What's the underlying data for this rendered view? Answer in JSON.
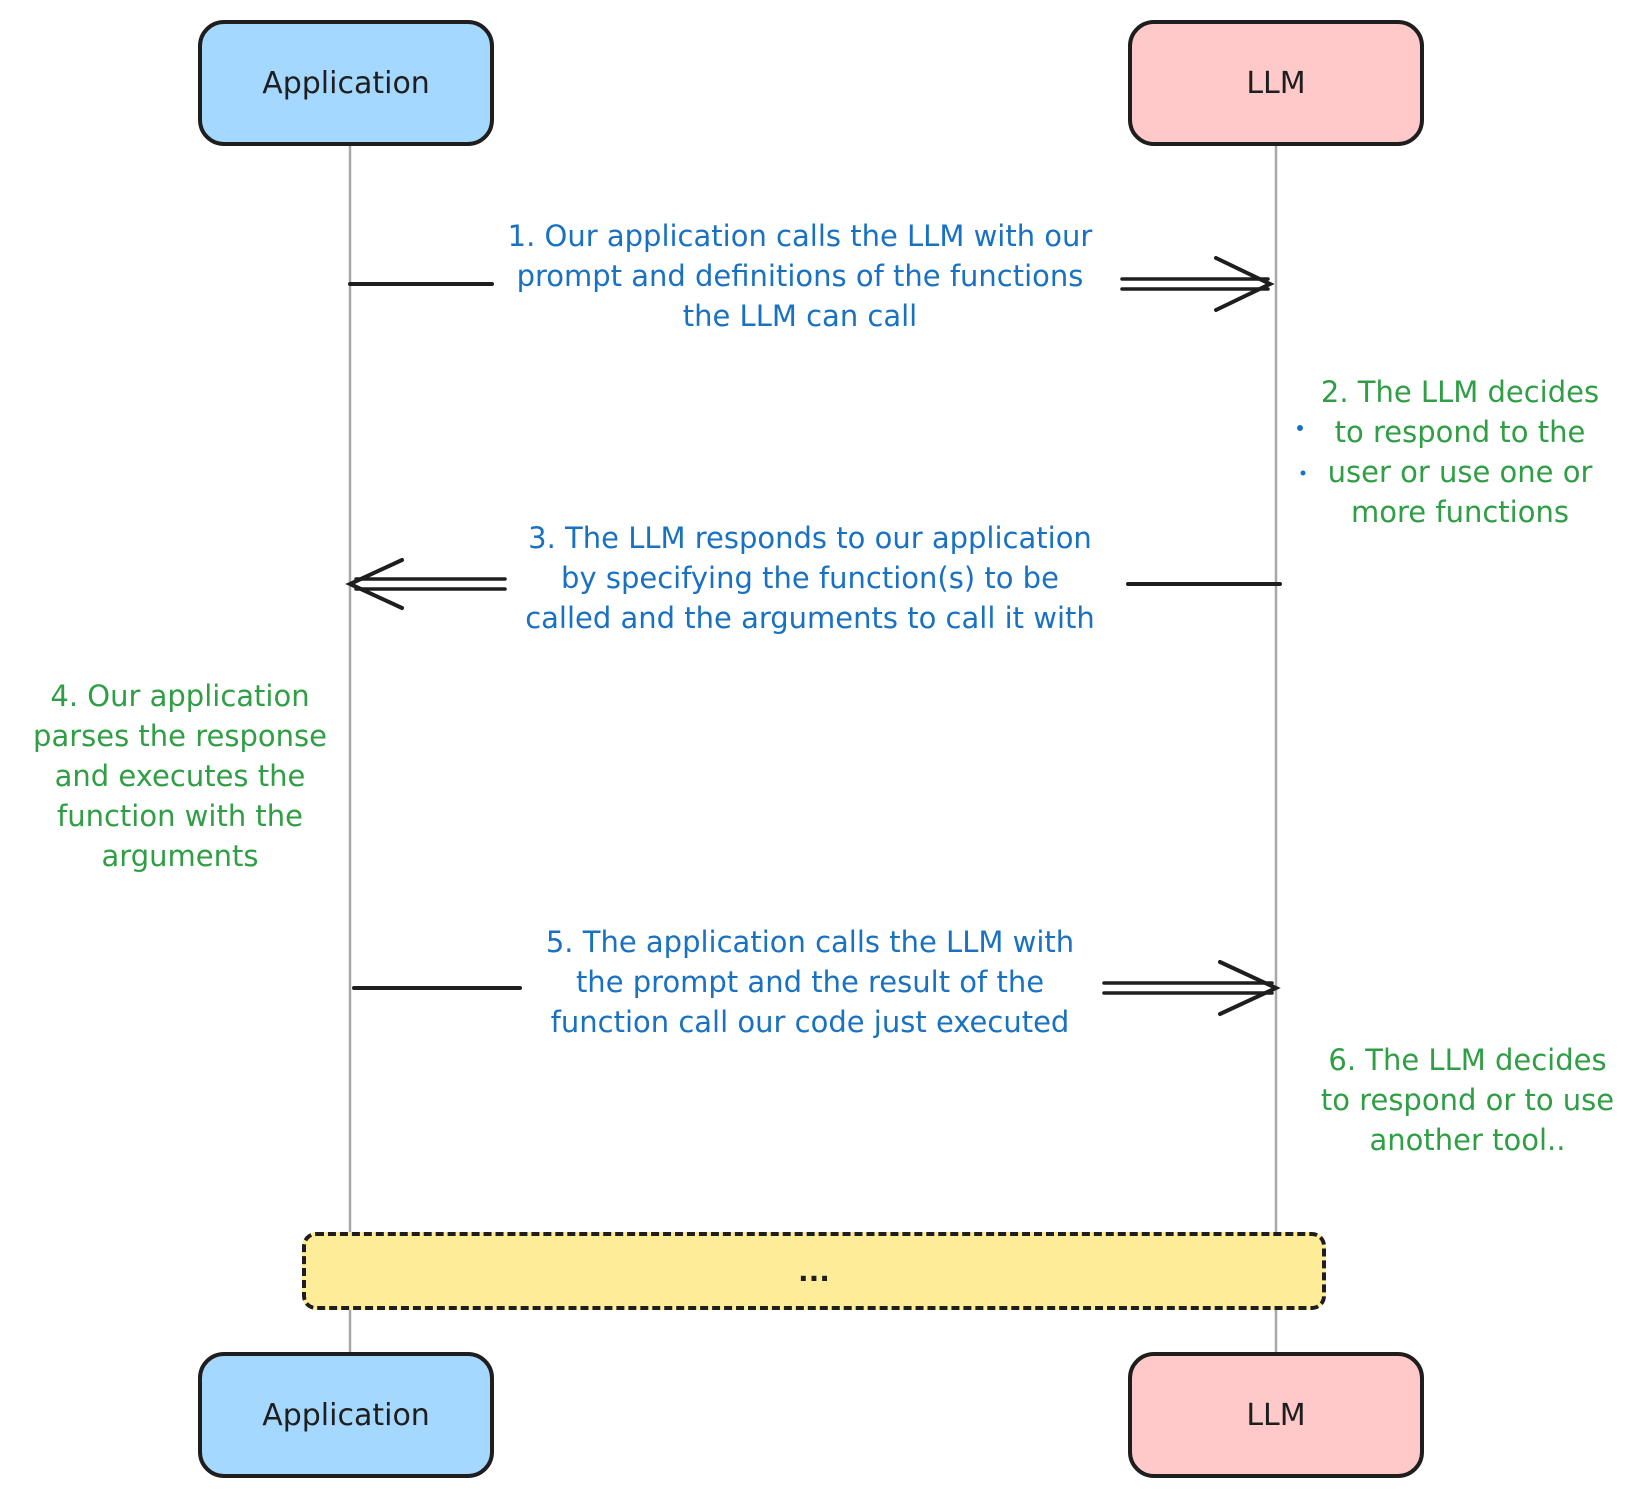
{
  "actors": {
    "application": "Application",
    "llm": "LLM"
  },
  "messages": {
    "step1": [
      "1. Our application calls the LLM with our",
      "prompt and definitions of the functions",
      "the LLM can call"
    ],
    "step3": [
      "3. The LLM responds to our application",
      "by specifying the function(s) to be",
      "called and the arguments to call it with"
    ],
    "step5": [
      "5. The application calls the LLM with",
      "the prompt and the result of the",
      "function call our code just executed"
    ]
  },
  "notes": {
    "step2": [
      "2. The LLM decides",
      "to respond to the",
      "user or use one or",
      "more functions"
    ],
    "step4": [
      "4. Our application",
      "parses the response",
      "and executes the",
      "function with the",
      "arguments"
    ],
    "step6": [
      "6. The LLM decides",
      "to respond or to use",
      "another tool.."
    ]
  },
  "loop": {
    "label": "..."
  },
  "colors": {
    "application_fill": "#a5d8ff",
    "llm_fill": "#ffc9c9",
    "message_text": "#1971c2",
    "note_text": "#2f9e44",
    "loop_fill": "#ffec99",
    "stroke": "#1e1e1e"
  }
}
